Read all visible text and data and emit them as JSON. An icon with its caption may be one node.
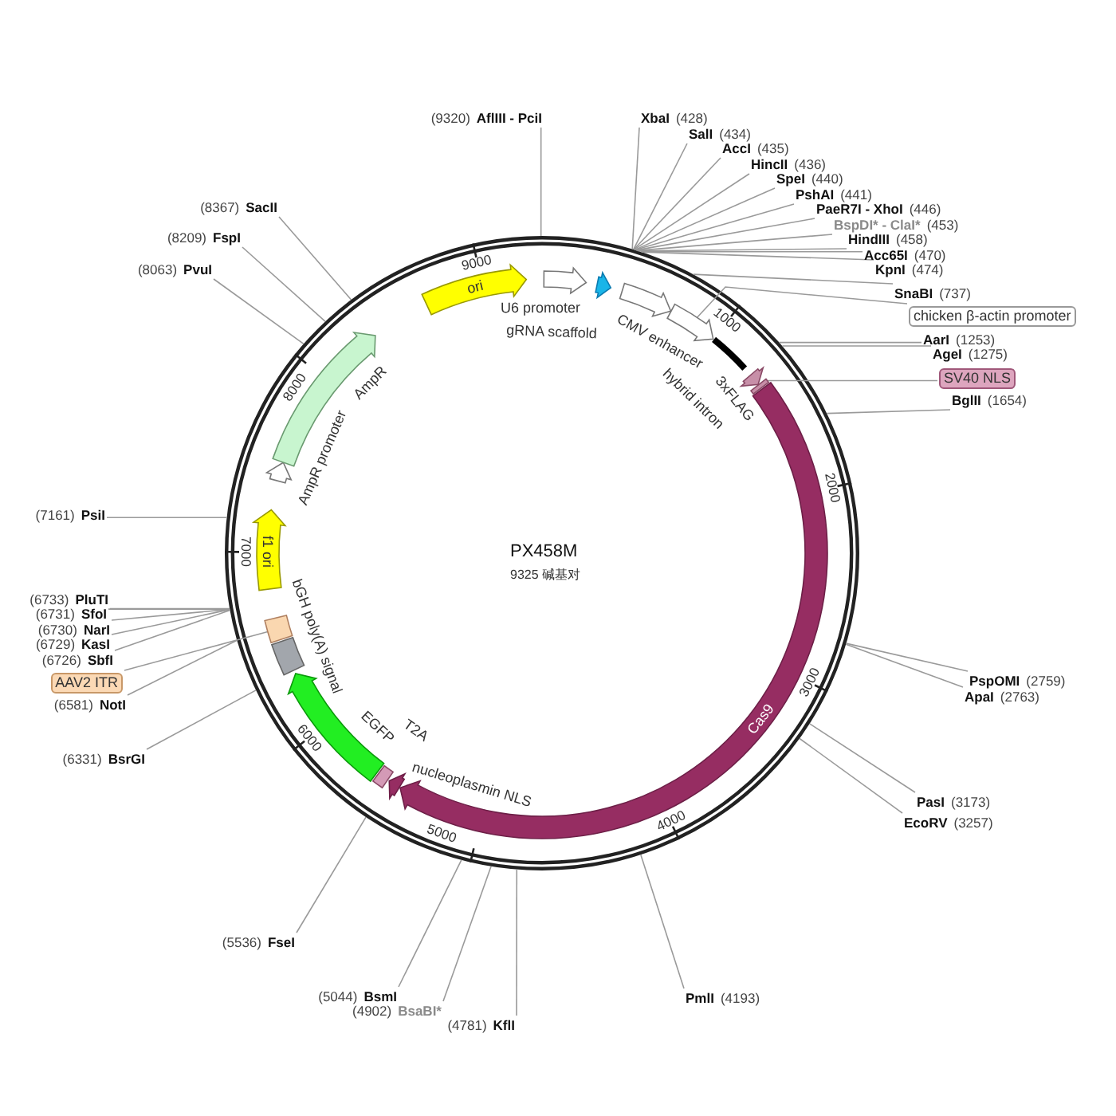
{
  "diagram": {
    "title": "PX458M",
    "nodes": [
      {
        "text": [
          "U6 promoter"
        ]
      },
      {
        "text": [
          "gRNA scaffold"
        ]
      },
      {
        "text": [
          "CMV enhancer"
        ]
      },
      {
        "text": [],
        "shape": "arrow"
      },
      {
        "text": [
          "hybrid intron"
        ]
      },
      {
        "text": [
          "3xFLAG"
        ]
      },
      {
        "text": [],
        "shape": "box"
      },
      {
        "text": [
          "Cas9"
        ]
      },
      {
        "text": [
          "nucleoplasmin NLS"
        ]
      },
      {
        "text": [
          "T2A"
        ]
      },
      {
        "text": [
          "EGFP"
        ]
      },
      {
        "text": [
          "bGH poly(A) signal"
        ]
      },
      {
        "text": [],
        "shape": "box"
      },
      {
        "text": [
          "f1 ori"
        ]
      },
      {
        "text": [
          "AmpR promoter"
        ]
      },
      {
        "text": [
          "AmpR"
        ]
      },
      {
        "text": [
          "ori"
        ]
      },
      {
        "text": [
          "chicken β-actin promoter"
        ]
      },
      {
        "text": [
          "SV40 NLS"
        ]
      },
      {
        "text": [
          "AAV2 ITR"
        ]
      },
      {
        "text": [
          "XbaI",
          "(428)"
        ]
      },
      {
        "text": [
          "SalI",
          "(434)"
        ]
      },
      {
        "text": [
          "AccI",
          "(435)"
        ]
      },
      {
        "text": [
          "HincII",
          "(436)"
        ]
      },
      {
        "text": [
          "SpeI",
          "(440)"
        ]
      },
      {
        "text": [
          "PshAI",
          "(441)"
        ]
      },
      {
        "text": [
          "PaeR7I - XhoI",
          "(446)"
        ]
      },
      {
        "text": [
          "BspDI* - ClaI*",
          "(453)"
        ]
      },
      {
        "text": [
          "HindIII",
          "(458)"
        ]
      },
      {
        "text": [
          "Acc65I",
          "(470)"
        ]
      },
      {
        "text": [
          "KpnI",
          "(474)"
        ]
      },
      {
        "text": [
          "SnaBI",
          "(737)"
        ]
      },
      {
        "text": [
          "AarI",
          "(1253)"
        ]
      },
      {
        "text": [
          "AgeI",
          "(1275)"
        ]
      },
      {
        "text": [
          "BglII",
          "(1654)"
        ]
      },
      {
        "text": [
          "PspOMI",
          "(2759)"
        ]
      },
      {
        "text": [
          "ApaI",
          "(2763)"
        ]
      },
      {
        "text": [
          "PasI",
          "(3173)"
        ]
      },
      {
        "text": [
          "EcoRV",
          "(3257)"
        ]
      },
      {
        "text": [
          "PmlI",
          "(4193)"
        ]
      },
      {
        "text": [
          "(4781)",
          "KflI"
        ]
      },
      {
        "text": [
          "(4902)",
          "BsaBI*"
        ]
      },
      {
        "text": [
          "(5044)",
          "BsmI"
        ]
      },
      {
        "text": [
          "(5536)",
          "FseI"
        ]
      },
      {
        "text": [
          "(6331)",
          "BsrGI"
        ]
      },
      {
        "text": [
          "(6581)",
          "NotI"
        ]
      },
      {
        "text": [
          "(6726)",
          "SbfI"
        ]
      },
      {
        "text": [
          "(6729)",
          "KasI"
        ]
      },
      {
        "text": [
          "(6730)",
          "NarI"
        ]
      },
      {
        "text": [
          "(6731)",
          "SfoI"
        ]
      },
      {
        "text": [
          "(6733)",
          "PluTI"
        ]
      },
      {
        "text": [
          "(7161)",
          "PsiI"
        ]
      },
      {
        "text": [
          "(8063)",
          "PvuI"
        ]
      },
      {
        "text": [
          "(8209)",
          "FspI"
        ]
      },
      {
        "text": [
          "(8367)",
          "SacII"
        ]
      },
      {
        "text": [
          "(9320)",
          "AflIII - PciI"
        ]
      }
    ],
    "edges": [
      {
        "from": 17,
        "to": 3,
        "arrow": "none"
      },
      {
        "from": 18,
        "to": 6,
        "arrow": "none"
      },
      {
        "from": 19,
        "to": 12,
        "arrow": "none"
      },
      {
        "from": 20,
        "to": null,
        "arrow": "none"
      },
      {
        "from": 21,
        "to": null,
        "arrow": "none"
      },
      {
        "from": 22,
        "to": null,
        "arrow": "none"
      },
      {
        "from": 23,
        "to": null,
        "arrow": "none"
      },
      {
        "from": 24,
        "to": null,
        "arrow": "none"
      },
      {
        "from": 25,
        "to": null,
        "arrow": "none"
      },
      {
        "from": 26,
        "to": null,
        "arrow": "none"
      },
      {
        "from": 27,
        "to": null,
        "arrow": "none"
      },
      {
        "from": 28,
        "to": null,
        "arrow": "none"
      },
      {
        "from": 29,
        "to": null,
        "arrow": "none"
      },
      {
        "from": 30,
        "to": null,
        "arrow": "none"
      },
      {
        "from": 31,
        "to": null,
        "arrow": "none"
      },
      {
        "from": 32,
        "to": null,
        "arrow": "none"
      },
      {
        "from": 33,
        "to": null,
        "arrow": "none"
      },
      {
        "from": 34,
        "to": null,
        "arrow": "none"
      },
      {
        "from": 35,
        "to": null,
        "arrow": "none"
      },
      {
        "from": 36,
        "to": null,
        "arrow": "none"
      },
      {
        "from": 37,
        "to": null,
        "arrow": "none"
      },
      {
        "from": 38,
        "to": null,
        "arrow": "none"
      },
      {
        "from": 39,
        "to": null,
        "arrow": "none"
      },
      {
        "from": 40,
        "to": null,
        "arrow": "none"
      },
      {
        "from": 41,
        "to": null,
        "arrow": "none"
      },
      {
        "from": 42,
        "to": null,
        "arrow": "none"
      },
      {
        "from": 43,
        "to": null,
        "arrow": "none"
      },
      {
        "from": 44,
        "to": null,
        "arrow": "none"
      },
      {
        "from": 45,
        "to": null,
        "arrow": "none"
      },
      {
        "from": 46,
        "to": null,
        "arrow": "none"
      },
      {
        "from": 47,
        "to": null,
        "arrow": "none"
      },
      {
        "from": 48,
        "to": null,
        "arrow": "none"
      },
      {
        "from": 49,
        "to": null,
        "arrow": "none"
      },
      {
        "from": 50,
        "to": null,
        "arrow": "none"
      },
      {
        "from": 51,
        "to": null,
        "arrow": "none"
      },
      {
        "from": 52,
        "to": null,
        "arrow": "none"
      },
      {
        "from": 53,
        "to": null,
        "arrow": "none"
      },
      {
        "from": 54,
        "to": null,
        "arrow": "none"
      },
      {
        "from": 55,
        "to": null,
        "arrow": "none"
      }
    ],
    "labels": [
      "9325 碱基对",
      "1000",
      "2000",
      "3000",
      "4000",
      "5000",
      "6000",
      "7000",
      "8000",
      "9000"
    ]
  }
}
